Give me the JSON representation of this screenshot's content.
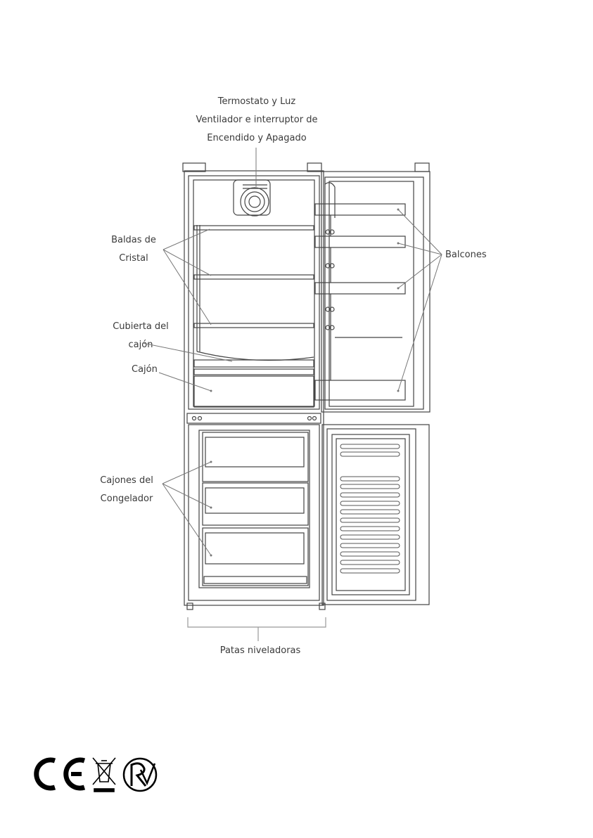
{
  "labels": {
    "top_line1": "Termostato y Luz",
    "top_line2": "Ventilador e interruptor de",
    "top_line3": "Encendido y Apagado",
    "shelves_line1": "Baldas de",
    "shelves_line2": "Cristal",
    "cover_line1": "Cubierta del",
    "cover_line2": "cajón",
    "drawer": "Cajón",
    "freezer_line1": "Cajones del",
    "freezer_line2": "Congelador",
    "balconies": "Balcones",
    "feet": "Patas niveladoras"
  },
  "marks": {
    "ce": "CE",
    "rohs": "RoHS"
  }
}
